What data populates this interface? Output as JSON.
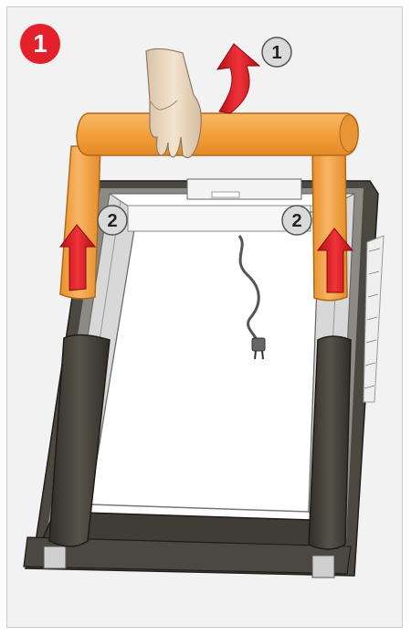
{
  "step": {
    "number": "1"
  },
  "callouts": {
    "lift": "1",
    "slide_left": "2",
    "slide_right": "2"
  },
  "icons": {
    "hand": "hand-icon",
    "curved_arrow": "curved-arrow-up-icon",
    "straight_arrow": "arrow-up-icon",
    "plug": "power-plug-icon"
  },
  "colors": {
    "step_badge": "#e4202b",
    "cover": "#f5a443",
    "arrow": "#d4141c",
    "frame_dark": "#3c3a33",
    "panel": "#f2f2f2"
  }
}
